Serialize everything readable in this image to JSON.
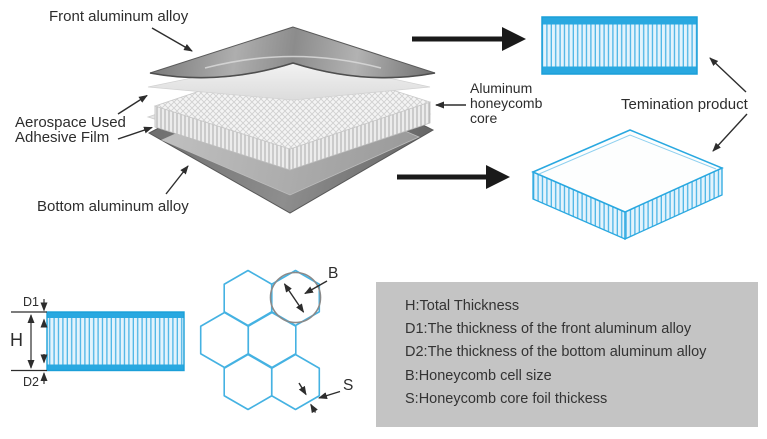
{
  "exploded": {
    "front_alloy_label": "Front aluminum alloy",
    "adhesive_label_line1": "Aerospace Used",
    "adhesive_label_line2": "Adhesive Film",
    "bottom_alloy_label": "Bottom aluminum alloy",
    "core_label_line1": "Aluminum",
    "core_label_line2": "honeycomb",
    "core_label_line3": "core"
  },
  "products": {
    "termination_label": "Temination product"
  },
  "dims": {
    "d1": "D1",
    "h": "H",
    "d2": "D2",
    "b": "B",
    "s": "S"
  },
  "legend": {
    "items": [
      "H:Total Thickness",
      "D1:The thickness of the front aluminum alloy",
      "D2:The thickness of the bottom aluminum alloy",
      "B:Honeycomb cell size",
      "S:Honeycomb core foil thickess"
    ]
  },
  "colors": {
    "accent_blue": "#29a8e0",
    "blue_stroke": "#1b9fd8",
    "blue_fill_light": "#e3f3fc",
    "legend_background": "#c4c4c4",
    "label_text": "#2d2d2d",
    "arrow_black": "#1a1a1a"
  }
}
